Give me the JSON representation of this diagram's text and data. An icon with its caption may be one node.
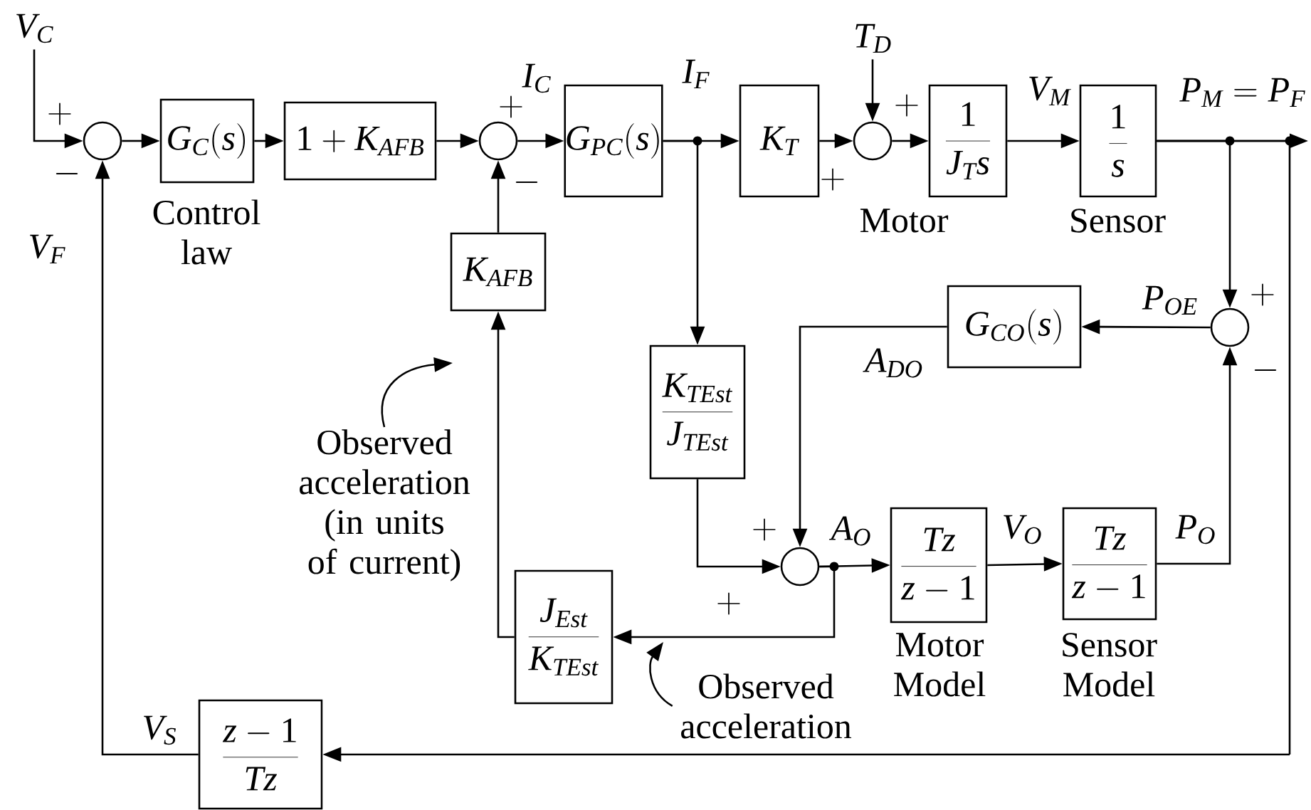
{
  "diagram": {
    "nodes": [
      {
        "text": [],
        "shape": "circle"
      },
      {
        "text": [
          "G_C(s)"
        ],
        "beside": [
          "Control law"
        ]
      },
      {
        "text": [
          "1+K_{AFB}"
        ]
      },
      {
        "text": [],
        "shape": "circle"
      },
      {
        "text": [
          "G_{PC}(s)"
        ]
      },
      {
        "text": [
          "K_T"
        ]
      },
      {
        "text": [],
        "shape": "circle"
      },
      {
        "text": [
          "\\frac{1}{J_T s}"
        ],
        "beside": [
          "Motor"
        ]
      },
      {
        "text": [
          "\\frac{1}{s}"
        ],
        "beside": [
          "Sensor"
        ]
      },
      {
        "text": [
          "K_{AFB}"
        ]
      },
      {
        "text": [
          "\\frac{K_{TEst}}{J_{TEst}}"
        ]
      },
      {
        "text": [
          "G_{CO}(s)"
        ]
      },
      {
        "text": [],
        "shape": "circle"
      },
      {
        "text": [],
        "shape": "circle"
      },
      {
        "text": [
          "\\frac{Tz}{z-1}"
        ],
        "beside": [
          "Motor Model"
        ]
      },
      {
        "text": [
          "\\frac{Tz}{z-1}"
        ],
        "beside": [
          "Sensor Model"
        ]
      },
      {
        "text": [
          "\\frac{J_{Est}}{K_{TEst}}"
        ]
      },
      {
        "text": [
          "\\frac{z-1}{Tz}"
        ]
      },
      {
        "text": [
          "Observed acceleration (in units of current)"
        ]
      },
      {
        "text": [
          "Observed acceleration"
        ]
      },
      {
        "text": [
          "V_C"
        ]
      },
      {
        "text": [
          "T_D"
        ]
      }
    ],
    "edges": [
      {
        "from": 20,
        "to": 0,
        "arrow": "to"
      },
      {
        "from": 0,
        "to": 1,
        "arrow": "to"
      },
      {
        "from": 1,
        "to": 2,
        "arrow": "to"
      },
      {
        "from": 2,
        "to": 3,
        "arrow": "to"
      },
      {
        "from": 3,
        "to": 4,
        "arrow": "to"
      },
      {
        "from": 4,
        "to": 5,
        "arrow": "to"
      },
      {
        "from": 5,
        "to": 6,
        "arrow": "to"
      },
      {
        "from": 21,
        "to": 6,
        "arrow": "to"
      },
      {
        "from": 6,
        "to": 7,
        "arrow": "to"
      },
      {
        "from": 7,
        "to": 8,
        "arrow": "to"
      },
      {
        "from": 8,
        "to": null,
        "arrow": "to"
      },
      {
        "from": 8,
        "to": 12,
        "arrow": "to"
      },
      {
        "from": 8,
        "to": 17,
        "arrow": "to"
      },
      {
        "from": 17,
        "to": 0,
        "arrow": "to"
      },
      {
        "from": 4,
        "to": 10,
        "arrow": "to"
      },
      {
        "from": 10,
        "to": 13,
        "arrow": "to"
      },
      {
        "from": 12,
        "to": 11,
        "arrow": "to"
      },
      {
        "from": 11,
        "to": 13,
        "arrow": "to"
      },
      {
        "from": 13,
        "to": 14,
        "arrow": "to"
      },
      {
        "from": 14,
        "to": 15,
        "arrow": "to"
      },
      {
        "from": 15,
        "to": 12,
        "arrow": "to"
      },
      {
        "from": 13,
        "to": 16,
        "arrow": "to"
      },
      {
        "from": 16,
        "to": 9,
        "arrow": "to"
      },
      {
        "from": 9,
        "to": 3,
        "arrow": "to"
      },
      {
        "from": 18,
        "to": null,
        "arrow": "to"
      },
      {
        "from": 19,
        "to": null,
        "arrow": "to"
      }
    ],
    "labels": [
      "I_C",
      "I_F",
      "+",
      "V_M",
      "P_M = P_F",
      "+",
      "+",
      "-",
      "-",
      "+",
      "V_F",
      "P_{OE}",
      "+",
      "A_{DO}",
      "-",
      "+",
      "A_O",
      "V_O",
      "P_O",
      "+",
      "V_S"
    ]
  }
}
